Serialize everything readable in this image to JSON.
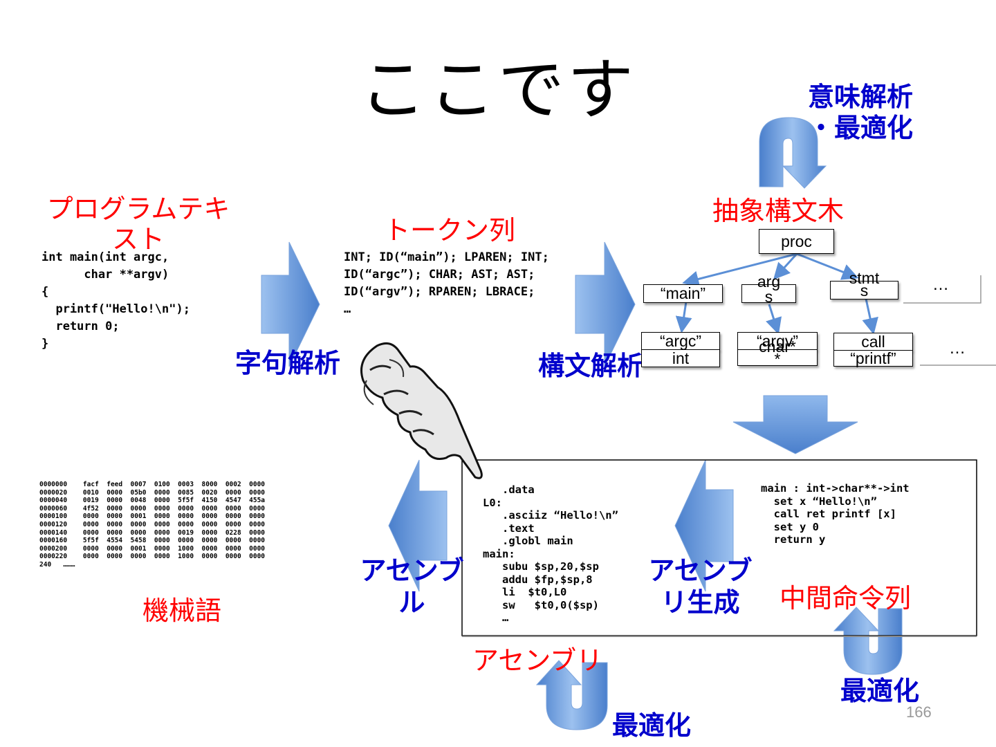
{
  "title": "ここです",
  "labels": {
    "program_text": "プログラムテキスト",
    "token_seq": "トークン列",
    "ast": "抽象構文木",
    "machine_code": "機械語",
    "assembly": "アセンブリ",
    "ir": "中間命令列"
  },
  "steps": {
    "lexing": "字句解析",
    "parsing": "構文解析",
    "semantic_opt": "意味解析\n・最適化",
    "assemble": "アセンブ\nル",
    "asm_gen": "アセンブ\nリ生成",
    "optimize_asm": "最適化",
    "optimize_ir": "最適化"
  },
  "program_code": "int main(int argc,\n      char **argv)\n{\n  printf(\"Hello!\\n\");\n  return 0;\n}",
  "token_code": "INT; ID(“main”); LPAREN; INT;\nID(“argc”); CHAR; AST; AST;\nID(“argv”); RPAREN; LBRACE;\n…",
  "ast_nodes": {
    "proc": "proc",
    "main": "“main”",
    "args": "arg\ns",
    "stmts": "stmt\ns",
    "ellipsis1": "…",
    "argc": "“argc”",
    "int": "int",
    "argv": "“argv”",
    "char": "char*\n*",
    "call": "call",
    "printf": "“printf”",
    "ellipsis2": "…"
  },
  "asm_code": "   .data\nL0:\n   .asciiz “Hello!\\n”\n   .text\n   .globl main\nmain:\n   subu $sp,20,$sp\n   addu $fp,$sp,8\n   li  $t0,L0\n   sw   $t0,0($sp)\n   …",
  "ir_code": "main : int->char**->int\n  set x “Hello!\\n”\n  call ret printf [x]\n  set y 0\n  return y",
  "hex_dump": "0000000    facf  feed  0007  0100  0003  8000  0002  0000\n0000020    0010  0000  05b0  0000  0085  0020  0000  0000\n0000040    0019  0000  0048  0000  5f5f  4150  4547  455a\n0000060    4f52  0000  0000  0000  0000  0000  0000  0000\n0000100    0000  0000  0001  0000  0000  0000  0000  0000\n0000120    0000  0000  0000  0000  0000  0000  0000  0000\n0000140    0000  0000  0000  0000  0019  0000  0228  0000\n0000160    5f5f  4554  5458  0000  0000  0000  0000  0000\n0000200    0000  0000  0001  0000  1000  0000  0000  0000\n0000220    0000  0000  0000  0000  1000  0000  0000  0000\n240   ………",
  "page_number": "166",
  "colors": {
    "label_red": "#ff0000",
    "step_blue": "#0000cc",
    "arrow_blue": "#5b8fd6"
  },
  "icons": {
    "pointing_hand": "pointing-hand-icon"
  }
}
